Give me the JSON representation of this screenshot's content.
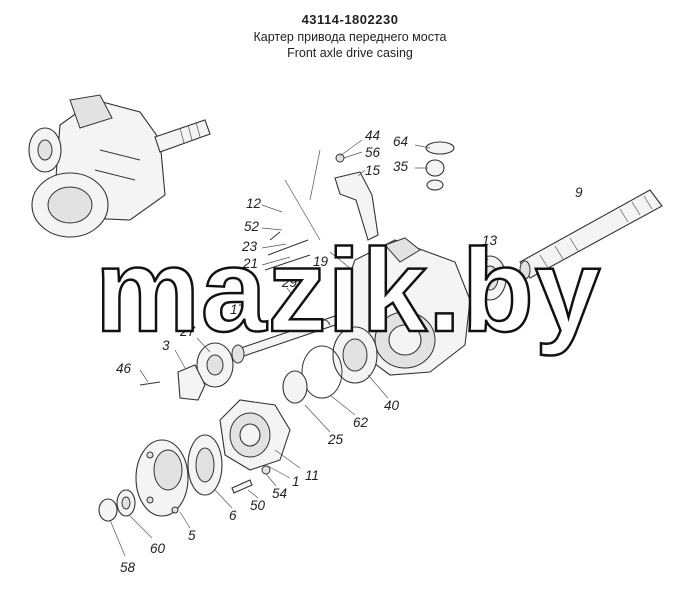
{
  "header": {
    "part_number": "43114-1802230",
    "title_ru": "Картер привода переднего моста",
    "title_en": "Front axle drive casing"
  },
  "watermark": "mazik.by",
  "callouts": [
    "44",
    "56",
    "64",
    "15",
    "35",
    "9",
    "12",
    "52",
    "23",
    "21",
    "42",
    "19",
    "13",
    "29",
    "17",
    "27",
    "3",
    "46",
    "40",
    "62",
    "25",
    "11",
    "1",
    "54",
    "50",
    "6",
    "5",
    "60",
    "58"
  ]
}
